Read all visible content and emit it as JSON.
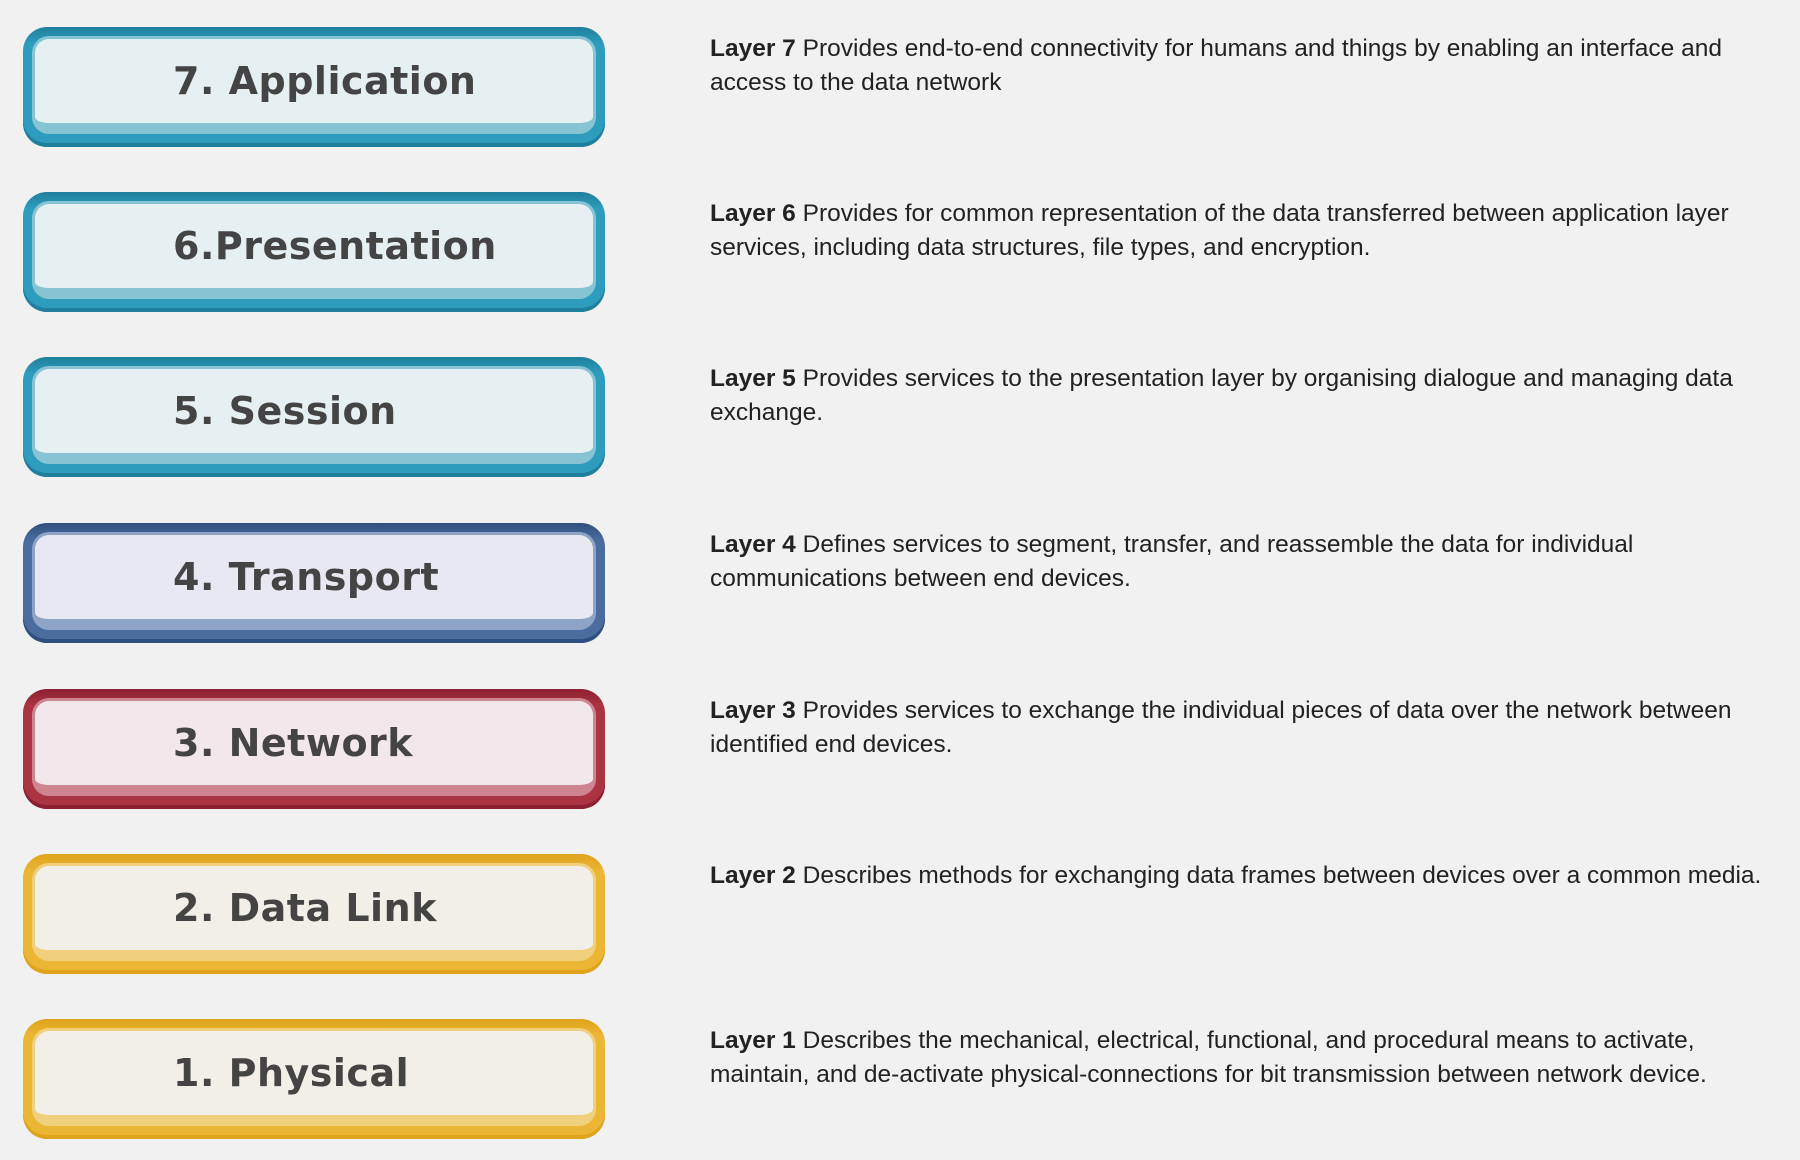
{
  "layers": [
    {
      "label": "7. Application",
      "tag": "Layer 7",
      "text": "Provides end-to-end connectivity for humans and things by enabling an interface and access to the data network",
      "border": "#2e9dbd",
      "border_dark": "#1f7f9c",
      "fill": "#e6eff2",
      "bottom": "#86c3d3"
    },
    {
      "label": "6.Presentation",
      "tag": "Layer 6",
      "text": "Provides for common representation of the data transferred between application layer services, including data structures, file types, and encryption.",
      "border": "#2e9dbd",
      "border_dark": "#1f7f9c",
      "fill": "#e6eff2",
      "bottom": "#86c3d3"
    },
    {
      "label": "5. Session",
      "tag": "Layer 5",
      "text": "Provides services to the presentation layer by organising dialogue and managing data exchange.",
      "border": "#2e9dbd",
      "border_dark": "#1f7f9c",
      "fill": "#e6eff2",
      "bottom": "#86c3d3"
    },
    {
      "label": "4. Transport",
      "tag": "Layer 4",
      "text": "Defines services to segment, transfer, and reassemble the data for individual communications between end devices.",
      "border": "#4a6c9e",
      "border_dark": "#2f4f7e",
      "fill": "#e7e8f1",
      "bottom": "#8ea4c6"
    },
    {
      "label": "3. Network",
      "tag": "Layer 3",
      "text": "Provides services to exchange the individual pieces of data over the network between identified end devices.",
      "border": "#ab3443",
      "border_dark": "#8c2030",
      "fill": "#f2e7ea",
      "bottom": "#cf8590"
    },
    {
      "label": "2. Data Link",
      "tag": "Layer 2",
      "text": "Describes methods for exchanging data frames between devices over a common media.",
      "border": "#eab634",
      "border_dark": "#dfa31c",
      "fill": "#f2efe8",
      "bottom": "#f0d07d"
    },
    {
      "label": "1. Physical",
      "tag": "Layer 1",
      "text": "Describes the mechanical, electrical, functional, and procedural means to activate, maintain, and de-activate physical-connections for bit transmission between network device.",
      "border": "#eab634",
      "border_dark": "#dfa31c",
      "fill": "#f2efe8",
      "bottom": "#f0d07d"
    }
  ]
}
